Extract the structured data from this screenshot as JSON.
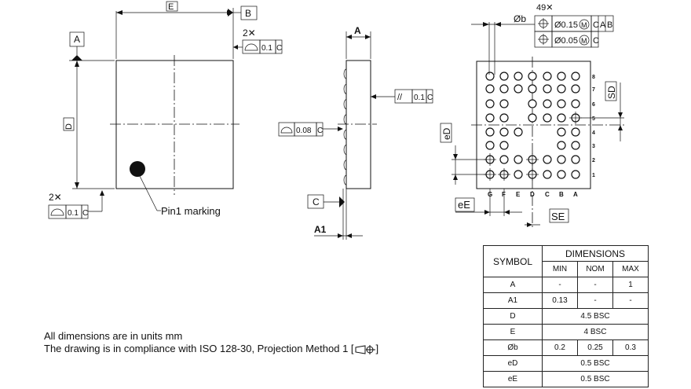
{
  "top_view": {
    "dim_e": "E",
    "dim_d": "D",
    "datum_a": "A",
    "datum_b": "B",
    "count_2x_top": "2✕",
    "flatness_top": "0.1",
    "flatness_top_ref": "C",
    "count_2x_left": "2✕",
    "flatness_left": "0.1",
    "flatness_left_ref": "C",
    "pin1_label": "Pin1 marking"
  },
  "side_view": {
    "dim_a": "A",
    "dim_a1": "A1",
    "datum_c": "C",
    "parallel": "0.1",
    "parallel_ref": "C",
    "coplanarity": "0.08",
    "coplanarity_ref": "C"
  },
  "bottom_view": {
    "ball_count": "49✕",
    "ball_dia": "Øb",
    "tol1": {
      "value": "Ø0.15",
      "mod": "M",
      "refs": [
        "C",
        "A",
        "B"
      ]
    },
    "tol2": {
      "value": "Ø0.05",
      "mod": "M",
      "refs": [
        "C"
      ]
    },
    "columns": [
      "G",
      "F",
      "E",
      "D",
      "C",
      "B",
      "A"
    ],
    "rows": [
      "8",
      "7",
      "6",
      "5",
      "4",
      "3",
      "2",
      "1"
    ],
    "balls": [
      [
        1,
        1,
        1,
        1,
        1,
        1,
        1
      ],
      [
        1,
        1,
        1,
        1,
        1,
        1,
        1
      ],
      [
        1,
        1,
        0,
        1,
        1,
        1,
        1
      ],
      [
        1,
        1,
        0,
        1,
        1,
        1,
        2
      ],
      [
        1,
        1,
        1,
        0,
        0,
        1,
        1
      ],
      [
        1,
        1,
        0,
        0,
        0,
        1,
        1
      ],
      [
        2,
        1,
        1,
        2,
        1,
        1,
        1
      ],
      [
        2,
        2,
        1,
        2,
        1,
        1,
        1
      ]
    ],
    "sd": "SD",
    "se": "SE",
    "ed": "eD",
    "ee": "eE"
  },
  "notes": [
    "All dimensions are in units mm",
    "The drawing is in compliance with ISO 128-30, Projection Method 1 [",
    "]"
  ],
  "table": {
    "symbol_header": "SYMBOL",
    "dimensions_header": "DIMENSIONS",
    "min": "MIN",
    "nom": "NOM",
    "max": "MAX",
    "rows": [
      {
        "symbol": "A",
        "min": "-",
        "nom": "-",
        "max": "1"
      },
      {
        "symbol": "A1",
        "min": "0.13",
        "nom": "-",
        "max": "-"
      },
      {
        "symbol": "D",
        "span": "4.5 BSC"
      },
      {
        "symbol": "E",
        "span": "4 BSC"
      },
      {
        "symbol": "Øb",
        "min": "0.2",
        "nom": "0.25",
        "max": "0.3"
      },
      {
        "symbol": "eD",
        "span": "0.5 BSC"
      },
      {
        "symbol": "eE",
        "span": "0.5 BSC"
      }
    ]
  }
}
